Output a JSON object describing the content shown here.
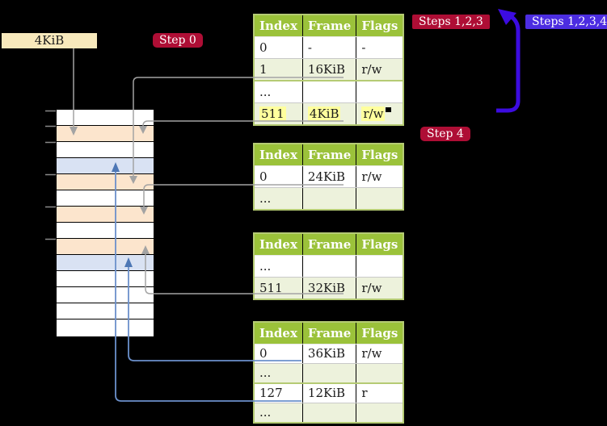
{
  "colors": {
    "background": "#000000",
    "table_header": "#9bc23a",
    "table_row_shaded": "#edf2dc",
    "table_border": "#b5cb74",
    "highlight": "#ffff9d",
    "memory_white": "#ffffff",
    "memory_peach": "#fce5cd",
    "memory_blue": "#d9e2f3",
    "frame_box": "#f8e9bc",
    "badge_red": "#ae0e35",
    "badge_blue": "#4c2de1",
    "arrow_gray": "#a3a3a3",
    "arrow_blue_thin": "#6b90cb",
    "arrow_blue_head": "#4d77b5",
    "arrow_blue_thick": "#3c0ce0"
  },
  "frame_box": {
    "label": "4KiB"
  },
  "badges": {
    "step0": {
      "label": "Step 0"
    },
    "steps123": {
      "label": "Steps 1,2,3"
    },
    "steps1234": {
      "label": "Steps 1,2,3,4"
    },
    "step4": {
      "label": "Step 4"
    }
  },
  "tables": [
    {
      "id": "level-1",
      "headers": [
        "Index",
        "Frame",
        "Flags"
      ],
      "rows": [
        {
          "cells": [
            "0",
            "-",
            "-"
          ]
        },
        {
          "cells": [
            "1",
            "16KiB",
            "r/w"
          ]
        },
        {
          "cells": [
            "...",
            "",
            ""
          ]
        },
        {
          "cells": [
            "511",
            "4KiB",
            "r/w"
          ],
          "highlight": true
        }
      ]
    },
    {
      "id": "level-2",
      "headers": [
        "Index",
        "Frame",
        "Flags"
      ],
      "rows": [
        {
          "cells": [
            "0",
            "24KiB",
            "r/w"
          ]
        },
        {
          "cells": [
            "...",
            "",
            ""
          ]
        }
      ]
    },
    {
      "id": "level-3",
      "headers": [
        "Index",
        "Frame",
        "Flags"
      ],
      "rows": [
        {
          "cells": [
            "...",
            "",
            ""
          ]
        },
        {
          "cells": [
            "511",
            "32KiB",
            "r/w"
          ]
        }
      ]
    },
    {
      "id": "level-4",
      "headers": [
        "Index",
        "Frame",
        "Flags"
      ],
      "rows": [
        {
          "cells": [
            "0",
            "36KiB",
            "r/w"
          ]
        },
        {
          "cells": [
            "...",
            "",
            ""
          ]
        },
        {
          "cells": [
            "127",
            "12KiB",
            "r"
          ]
        },
        {
          "cells": [
            "...",
            "",
            ""
          ]
        }
      ]
    }
  ],
  "memory_column": {
    "row_colors": [
      "white",
      "peach",
      "white",
      "blue",
      "peach",
      "white",
      "peach",
      "white",
      "peach",
      "blue",
      "white",
      "white",
      "white",
      "white"
    ]
  }
}
